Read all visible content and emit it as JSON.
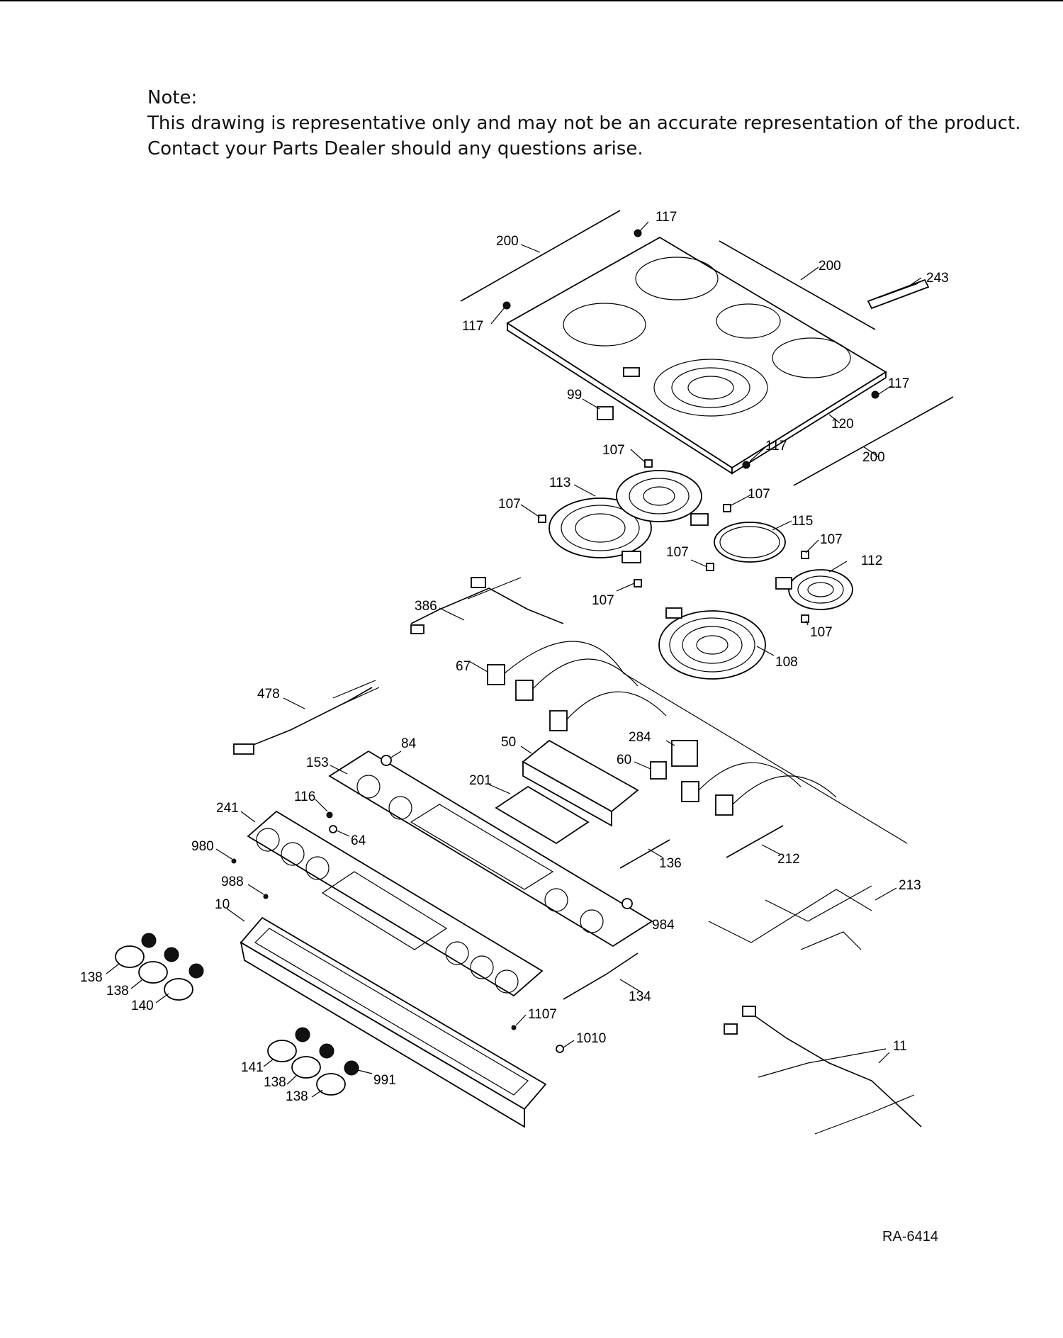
{
  "note": {
    "heading": "Note:",
    "line1": "This drawing is representative only and may not be an accurate representation of the product.",
    "line2": "Contact your Parts Dealer should any questions arise."
  },
  "drawing_code": "RA-6414",
  "callouts": {
    "c117a": "117",
    "c200a": "200",
    "c117b": "117",
    "c200b": "200",
    "c243": "243",
    "c117c": "117",
    "c99": "99",
    "c120": "120",
    "c117d": "117",
    "c200c": "200",
    "c107a": "107",
    "c113": "113",
    "c107b": "107",
    "c107c": "107",
    "c115": "115",
    "c107d": "107",
    "c107e": "107",
    "c112": "112",
    "c107f": "107",
    "c107g": "107",
    "c386": "386",
    "c108": "108",
    "c67": "67",
    "c478": "478",
    "c84": "84",
    "c50": "50",
    "c284": "284",
    "c60": "60",
    "c153": "153",
    "c201": "201",
    "c116": "116",
    "c241": "241",
    "c64": "64",
    "c980": "980",
    "c136": "136",
    "c212": "212",
    "c988": "988",
    "c213": "213",
    "c10": "10",
    "c984": "984",
    "c138a": "138",
    "c138b": "138",
    "c140": "140",
    "c134": "134",
    "c1107": "1107",
    "c1010": "1010",
    "c11": "11",
    "c141": "141",
    "c138c": "138",
    "c991": "991",
    "c138d": "138"
  }
}
